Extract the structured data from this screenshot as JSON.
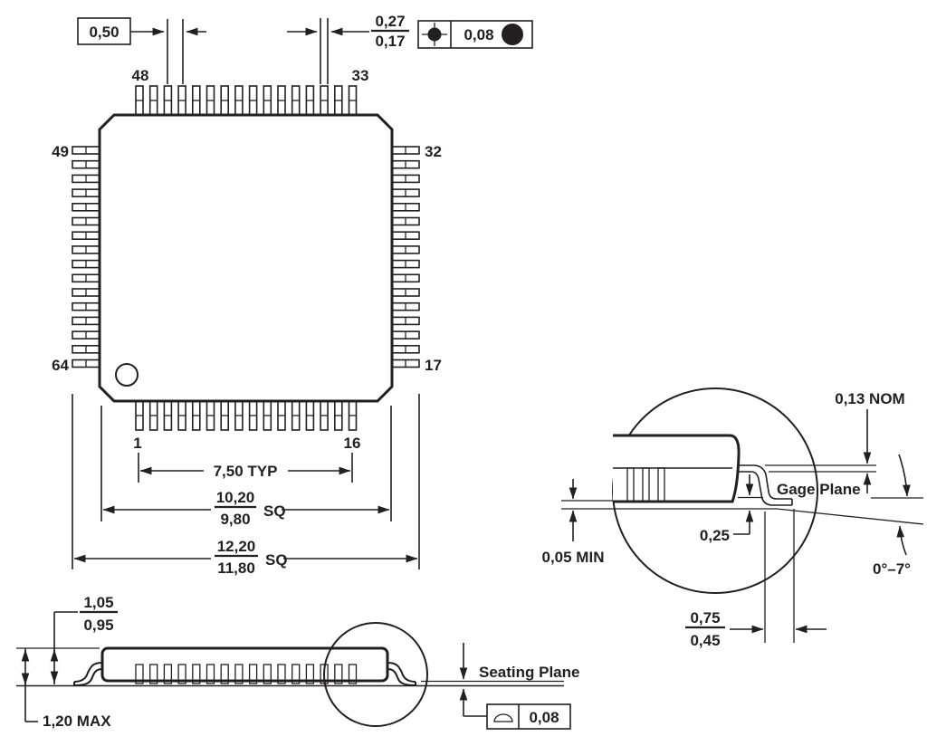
{
  "background": "#ffffff",
  "ink": "#231f20",
  "top_view": {
    "pins_per_side": 16,
    "pitch": "0,50",
    "lead_width_max": "0,27",
    "lead_width_min": "0,17",
    "position_tolerance": "0,08",
    "pin_labels": {
      "top_first": "48",
      "top_last": "33",
      "left_first": "49",
      "left_last": "64",
      "right_first": "32",
      "right_last": "17",
      "bottom_first": "1",
      "bottom_last": "16"
    },
    "lead_span": "7,50 TYP",
    "body_size_max": "10,20",
    "body_size_min": "9,80",
    "body_size_suffix": "SQ",
    "overall_max": "12,20",
    "overall_min": "11,80",
    "overall_suffix": "SQ"
  },
  "side_view": {
    "thickness_max": "1,05",
    "thickness_min": "0,95",
    "height_max": "1,20 MAX",
    "seating_plane": "Seating Plane",
    "flatness": "0,08"
  },
  "detail_view": {
    "lead_thickness": "0,13 NOM",
    "gage_plane": "Gage Plane",
    "gage_offset": "0,25",
    "standoff": "0,05 MIN",
    "foot_max": "0,75",
    "foot_min": "0,45",
    "angle_range": "0°–7°"
  }
}
